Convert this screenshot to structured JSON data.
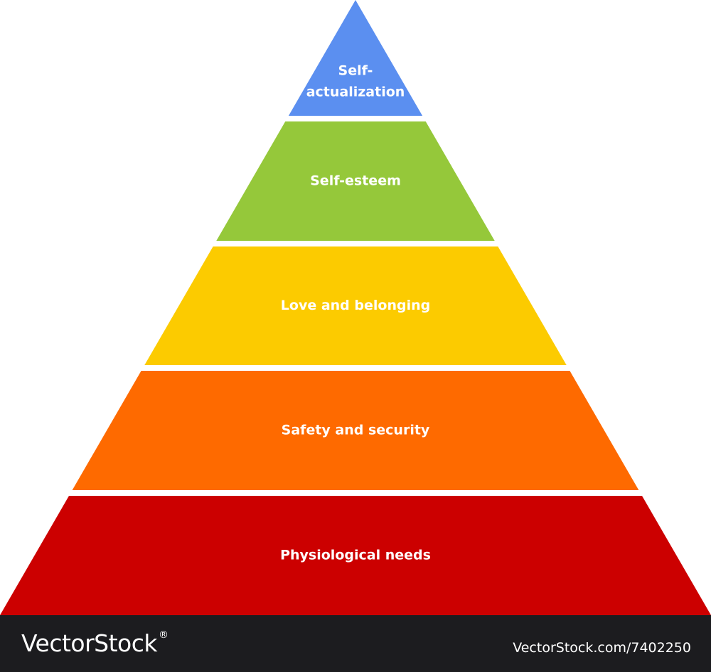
{
  "pyramid": {
    "tiers": [
      {
        "label_lines": [
          "Self-",
          "actualization"
        ],
        "color": "#5b8ff0"
      },
      {
        "label_lines": [
          "Self-esteem"
        ],
        "color": "#95c83a"
      },
      {
        "label_lines": [
          "Love and belonging"
        ],
        "color": "#fccb00"
      },
      {
        "label_lines": [
          "Safety and security"
        ],
        "color": "#fe6a00"
      },
      {
        "label_lines": [
          "Physiological needs"
        ],
        "color": "#cc0000"
      }
    ]
  },
  "footer": {
    "brand": "VectorStock",
    "brand_mark": "®",
    "url": "VectorStock.com/7402250",
    "background": "#1c1c1f"
  }
}
